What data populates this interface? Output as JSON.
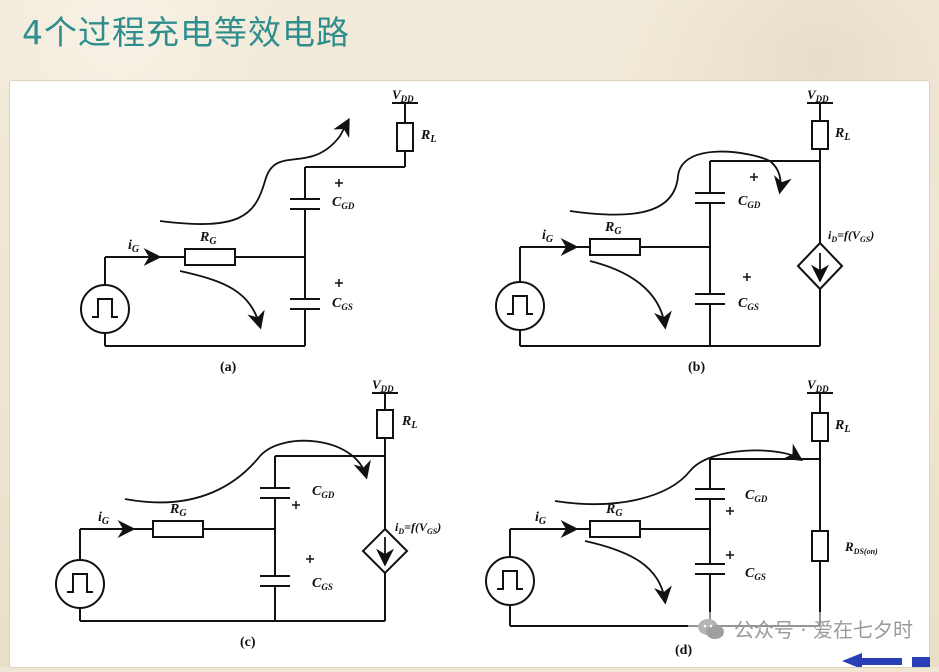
{
  "page": {
    "title": "4个过程充电等效电路"
  },
  "watermark": {
    "text": "公众号 · 爱在七夕时",
    "icon": "wechat-icon"
  },
  "circuits": [
    {
      "id": "a",
      "caption": "(a)",
      "vdd": "V",
      "vdd_sub": "DD",
      "rl": "R",
      "rl_sub": "L",
      "rg": "R",
      "rg_sub": "G",
      "ig": "i",
      "ig_sub": "G",
      "cgd": "C",
      "cgd_sub": "GD",
      "cgs": "C",
      "cgs_sub": "GS"
    },
    {
      "id": "b",
      "caption": "(b)",
      "vdd": "V",
      "vdd_sub": "DD",
      "rl": "R",
      "rl_sub": "L",
      "rg": "R",
      "rg_sub": "G",
      "ig": "i",
      "ig_sub": "G",
      "cgd": "C",
      "cgd_sub": "GD",
      "cgs": "C",
      "cgs_sub": "GS",
      "source_label": "i",
      "source_label_sub": "D",
      "source_eq": "=f(V",
      "source_eq_sub": "GS",
      "source_eq_end": ")"
    },
    {
      "id": "c",
      "caption": "(c)",
      "vdd": "V",
      "vdd_sub": "DD",
      "rl": "R",
      "rl_sub": "L",
      "rg": "R",
      "rg_sub": "G",
      "ig": "i",
      "ig_sub": "G",
      "cgd": "C",
      "cgd_sub": "GD",
      "cgs": "C",
      "cgs_sub": "GS",
      "source_label": "i",
      "source_label_sub": "D",
      "source_eq": "=f(V",
      "source_eq_sub": "GS",
      "source_eq_end": ")"
    },
    {
      "id": "d",
      "caption": "(d)",
      "vdd": "V",
      "vdd_sub": "DD",
      "rl": "R",
      "rl_sub": "L",
      "rg": "R",
      "rg_sub": "G",
      "ig": "i",
      "ig_sub": "G",
      "cgd": "C",
      "cgd_sub": "GD",
      "cgs": "C",
      "cgs_sub": "GS",
      "rds": "R",
      "rds_sub": "DS(on)"
    }
  ],
  "colors": {
    "title": "#2f8d8d",
    "ink": "#111111",
    "board": "#ffffff",
    "accent_nav": "#2a3fb5"
  }
}
